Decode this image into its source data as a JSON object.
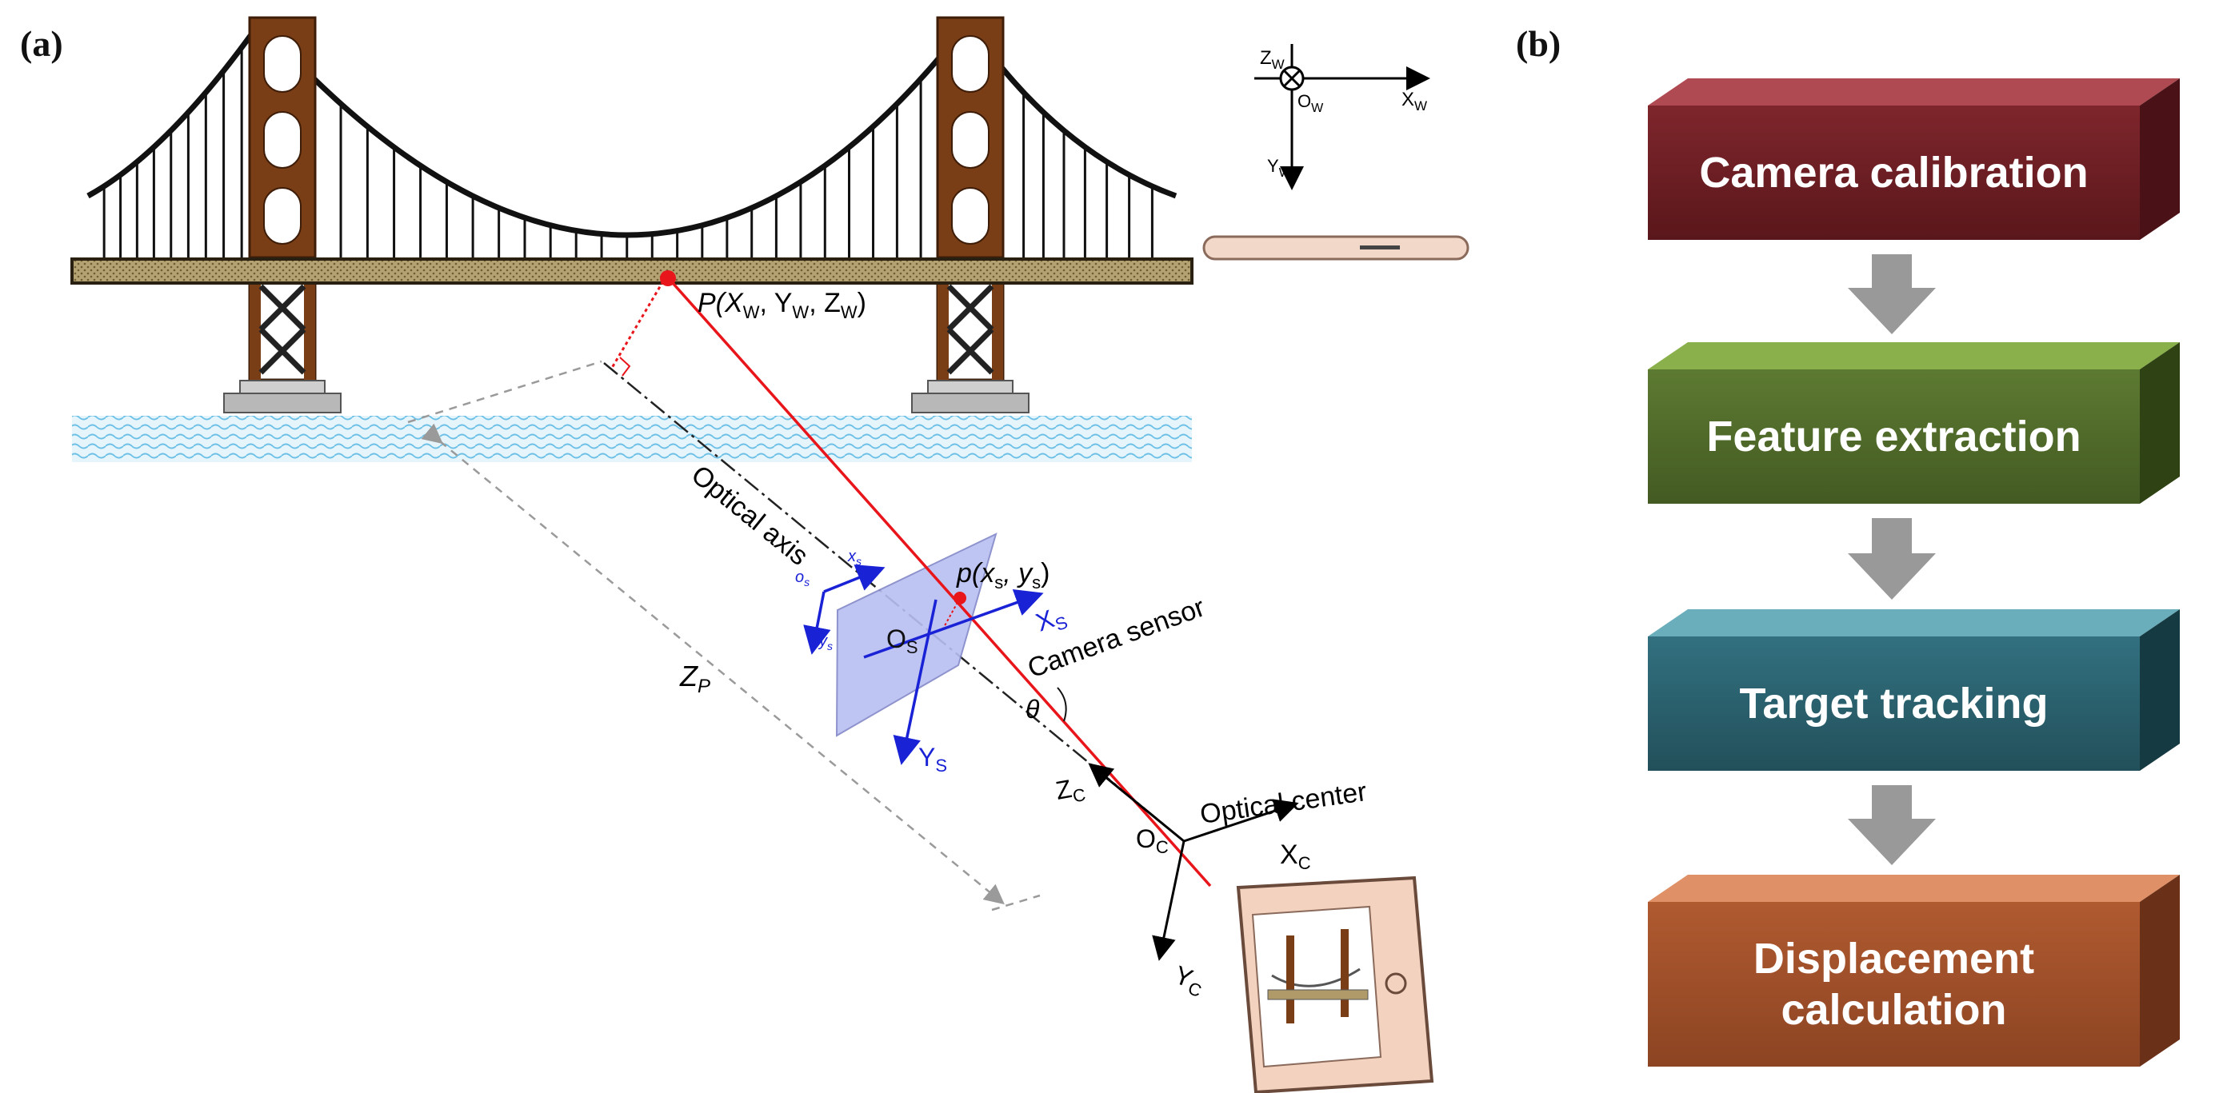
{
  "panel_a": {
    "label": "(a)",
    "world_axes": {
      "z": "Z",
      "z_sub": "W",
      "o": "O",
      "o_sub": "W",
      "x": "X",
      "x_sub": "W",
      "y": "Y",
      "y_sub": "W"
    },
    "point_world": {
      "prefix": "P(X",
      "s1": "W",
      "m1": ", Y",
      "s2": "W",
      "m2": ", Z",
      "s3": "W",
      "suffix": ")"
    },
    "point_image": {
      "prefix": "p(x",
      "s1": "s",
      "m1": ", y",
      "s2": "s",
      "suffix": ")"
    },
    "sensor_axes": {
      "x_small": "x",
      "x_small_sub": "s",
      "o_small": "o",
      "o_small_sub": "s",
      "y_small": "y",
      "y_small_sub": "s",
      "X": "X",
      "X_sub": "S",
      "Y": "Y",
      "Y_sub": "S",
      "O": "O",
      "O_sub": "S"
    },
    "camera_axes": {
      "Z": "Z",
      "Z_sub": "C",
      "O": "O",
      "O_sub": "C",
      "X": "X",
      "X_sub": "C",
      "Y": "Y",
      "Y_sub": "C"
    },
    "labels": {
      "optical_axis": "Optical axis",
      "camera_sensor": "Camera sensor",
      "optical_center": "Optical center",
      "theta": "θ",
      "zp_main": "Z",
      "zp_sub": "P"
    }
  },
  "panel_b": {
    "label": "(b)",
    "steps": [
      {
        "label": "Camera calibration",
        "color": "#6b1d22"
      },
      {
        "label": "Feature extraction",
        "color": "#4f6828"
      },
      {
        "label": "Target tracking",
        "color": "#2a5e6a"
      },
      {
        "label": "Displacement\ncalculation",
        "color": "#a0502a"
      }
    ]
  },
  "colors": {
    "bridge_tower": "#7a3e16",
    "deck": "#b09a6a",
    "ray": "#e8151b",
    "sensor_fill": "#b9bff2",
    "blue_axes": "#1a22d6",
    "water": "#9fd4ee",
    "arrow_gray": "#9a9a9a"
  }
}
